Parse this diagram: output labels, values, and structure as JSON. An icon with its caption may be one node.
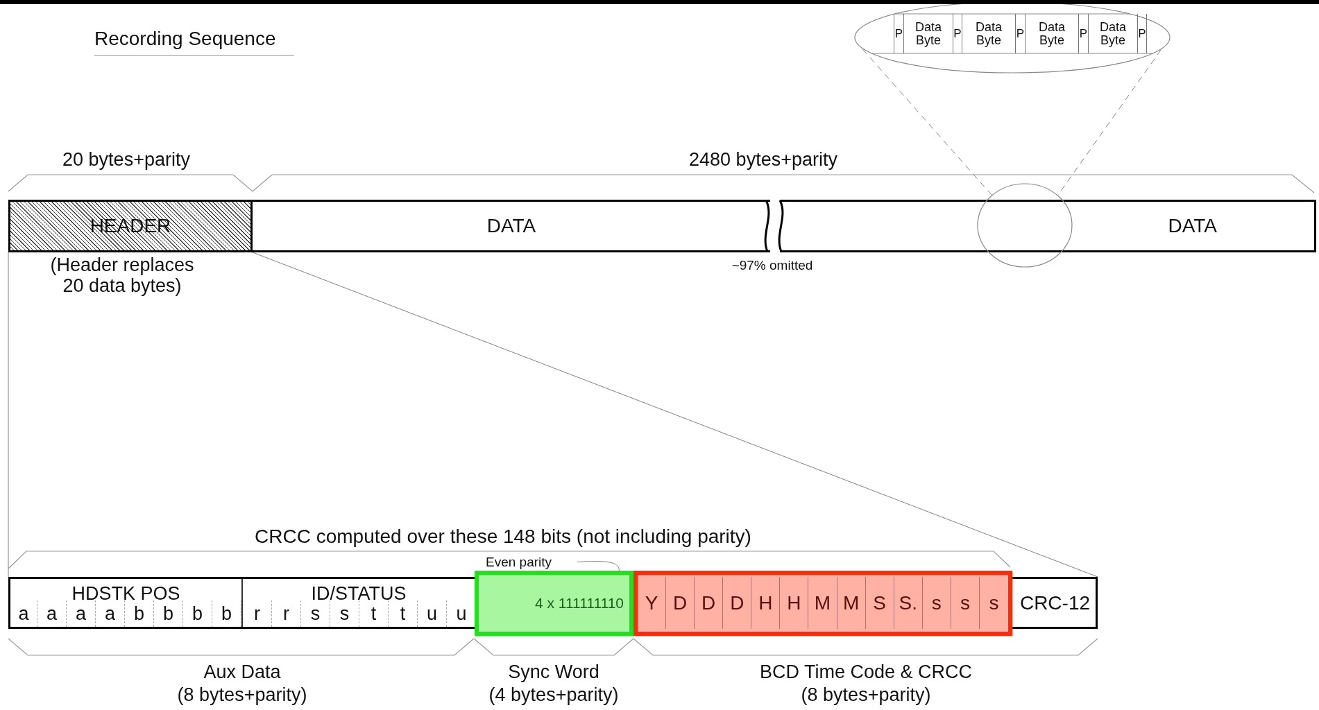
{
  "diagram": {
    "title": "Recording Sequence",
    "nodes": [
      {
        "text": [
          "HEADER"
        ],
        "beside": [
          "(Header replaces 20 data bytes)"
        ]
      },
      {
        "text": [
          "DATA"
        ]
      },
      {
        "text": [
          "DATA"
        ]
      },
      {
        "text": [],
        "shape": "circle"
      },
      {
        "text": [],
        "shape": "ellipse"
      },
      {
        "text": [
          "P"
        ],
        "in": 4
      },
      {
        "text": [
          "Data Byte"
        ],
        "in": 4
      },
      {
        "text": [
          "P"
        ],
        "in": 4
      },
      {
        "text": [
          "Data Byte"
        ],
        "in": 4
      },
      {
        "text": [
          "P"
        ],
        "in": 4
      },
      {
        "text": [
          "Data Byte"
        ],
        "in": 4
      },
      {
        "text": [
          "P"
        ],
        "in": 4
      },
      {
        "text": [
          "Data Byte"
        ],
        "in": 4
      },
      {
        "text": [
          "P"
        ],
        "in": 4
      },
      {
        "text": [],
        "shape": "bar"
      },
      {
        "text": [
          "HDSTK POS"
        ],
        "in": 14
      },
      {
        "text": [
          "a"
        ],
        "in": 15
      },
      {
        "text": [
          "a"
        ],
        "in": 15
      },
      {
        "text": [
          "a"
        ],
        "in": 15
      },
      {
        "text": [
          "a"
        ],
        "in": 15
      },
      {
        "text": [
          "b"
        ],
        "in": 15
      },
      {
        "text": [
          "b"
        ],
        "in": 15
      },
      {
        "text": [
          "b"
        ],
        "in": 15
      },
      {
        "text": [
          "b"
        ],
        "in": 15
      },
      {
        "text": [
          "ID/STATUS"
        ],
        "in": 14
      },
      {
        "text": [
          "r"
        ],
        "in": 24
      },
      {
        "text": [
          "r"
        ],
        "in": 24
      },
      {
        "text": [
          "s"
        ],
        "in": 24
      },
      {
        "text": [
          "s"
        ],
        "in": 24
      },
      {
        "text": [
          "t"
        ],
        "in": 24
      },
      {
        "text": [
          "t"
        ],
        "in": 24
      },
      {
        "text": [
          "u"
        ],
        "in": 24
      },
      {
        "text": [
          "u"
        ],
        "in": 24
      },
      {
        "text": [
          "4 x 111111110"
        ],
        "in": 14
      },
      {
        "text": [],
        "shape": "box",
        "in": 14
      },
      {
        "text": [
          "Y"
        ],
        "in": 34
      },
      {
        "text": [
          "D"
        ],
        "in": 34
      },
      {
        "text": [
          "D"
        ],
        "in": 34
      },
      {
        "text": [
          "D"
        ],
        "in": 34
      },
      {
        "text": [
          "H"
        ],
        "in": 34
      },
      {
        "text": [
          "H"
        ],
        "in": 34
      },
      {
        "text": [
          "M"
        ],
        "in": 34
      },
      {
        "text": [
          "M"
        ],
        "in": 34
      },
      {
        "text": [
          "S"
        ],
        "in": 34
      },
      {
        "text": [
          "S."
        ],
        "in": 34
      },
      {
        "text": [
          "s"
        ],
        "in": 34
      },
      {
        "text": [
          "s"
        ],
        "in": 34
      },
      {
        "text": [
          "s"
        ],
        "in": 34
      },
      {
        "text": [
          "CRC-12"
        ],
        "in": 14
      },
      {
        "text": [
          "Even parity"
        ]
      }
    ],
    "edges": [
      {
        "from": 4,
        "to": 3,
        "arrow": "none",
        "style": "dashed"
      },
      {
        "from": 4,
        "to": 3,
        "arrow": "none",
        "style": "dashed"
      },
      {
        "from": 0,
        "to": 14,
        "arrow": "none"
      },
      {
        "from": 0,
        "to": 14,
        "arrow": "none"
      },
      {
        "from": 49,
        "to": 33,
        "arrow": "none"
      }
    ],
    "labels": [
      "20 bytes+parity",
      "2480 bytes+parity",
      "~97% omitted",
      "CRCC computed over these 148 bits (not including parity)",
      "Aux Data",
      "(8 bytes+parity)",
      "Sync Word",
      "(4 bytes+parity)",
      "BCD Time Code & CRCC",
      "(8 bytes+parity)"
    ]
  }
}
